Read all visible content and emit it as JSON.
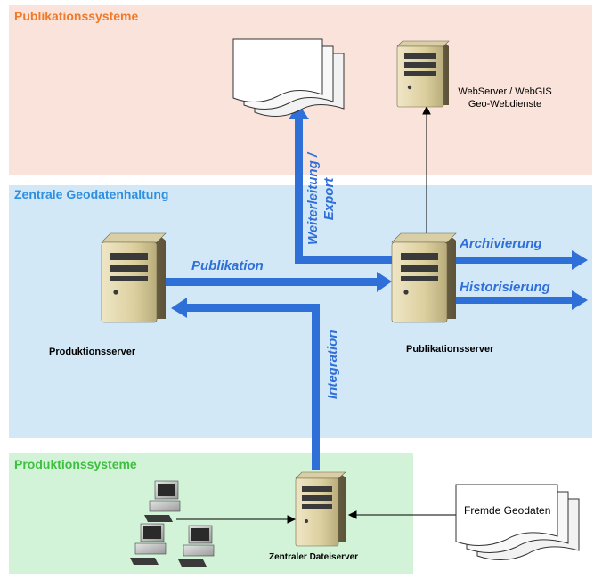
{
  "zones": {
    "publication": {
      "title": "Publikationssysteme",
      "color": "#f07a2a",
      "bg": "#f9e3da"
    },
    "central": {
      "title": "Zentrale Geodatenhaltung",
      "color": "#2f8fe0",
      "bg": "#d3e8f7"
    },
    "production": {
      "title": "Produktionssysteme",
      "color": "#3fbf3f",
      "bg": "#d2f3d8"
    }
  },
  "servers": {
    "production": "Produktionsserver",
    "publication": "Publikationsserver",
    "file": "Zentraler Dateiserver",
    "web_line1": "WebServer / WebGIS",
    "web_line2": "Geo-Webdienste"
  },
  "flows": {
    "publication": "Publikation",
    "archiving": "Archivierung",
    "historization": "Historisierung",
    "integration": "Integration",
    "forwarding_line1": "Weiterleitung /",
    "forwarding_line2": "Export"
  },
  "documents": {
    "foreign": "Fremde Geodaten"
  },
  "colors": {
    "arrow": "#2f6fd8",
    "flow_text": "#2f6fd8"
  }
}
